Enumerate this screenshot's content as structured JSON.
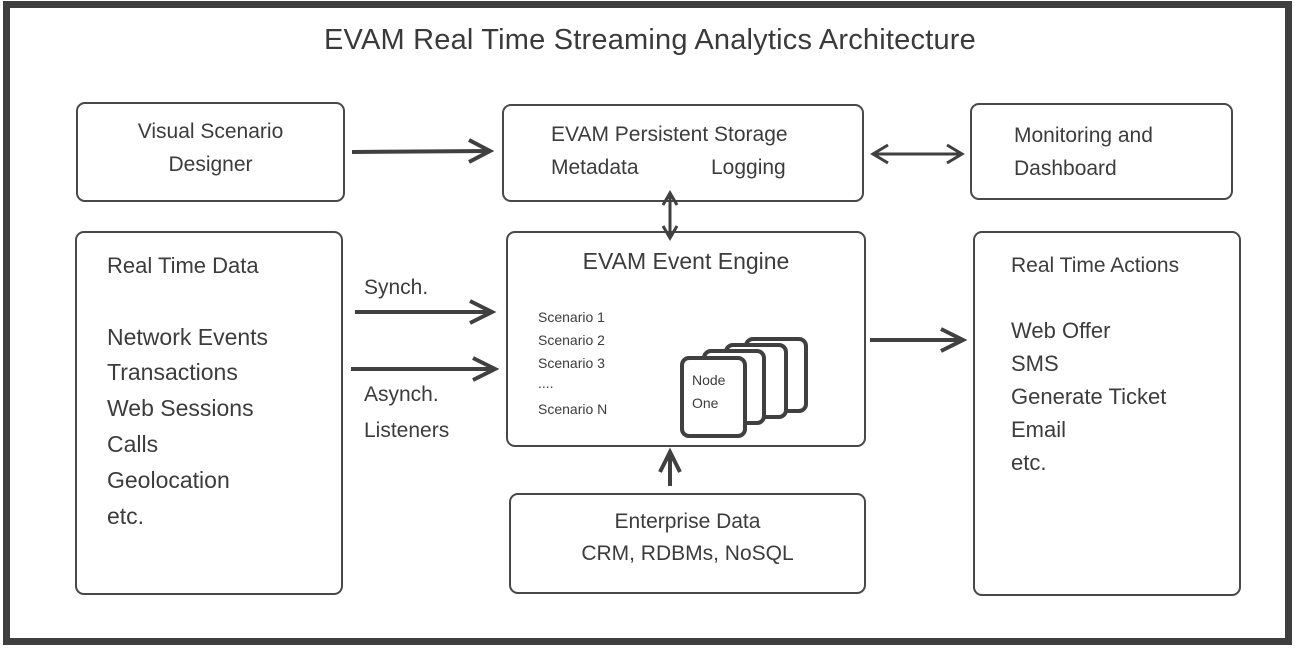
{
  "title": "EVAM Real Time Streaming Analytics Architecture",
  "boxes": {
    "designer": {
      "lines": [
        "Visual Scenario",
        "Designer"
      ]
    },
    "storage": {
      "title": "EVAM Persistent Storage",
      "items": [
        "Metadata",
        "Logging"
      ]
    },
    "monitoring": {
      "lines": [
        "Monitoring and",
        "Dashboard"
      ]
    },
    "realtime_data": {
      "title": "Real Time Data",
      "items": [
        "Network Events",
        "Transactions",
        "Web Sessions",
        "Calls",
        "Geolocation",
        "etc."
      ]
    },
    "engine": {
      "title": "EVAM Event Engine",
      "scenarios": [
        "Scenario 1",
        "Scenario 2",
        "Scenario 3",
        "....",
        "Scenario N"
      ],
      "node_label": [
        "Node",
        "One"
      ]
    },
    "actions": {
      "title": "Real Time Actions",
      "items": [
        "Web Offer",
        "SMS",
        "Generate Ticket",
        "Email",
        "etc."
      ]
    },
    "enterprise": {
      "lines": [
        "Enterprise Data",
        "CRM, RDBMs, NoSQL"
      ]
    }
  },
  "edge_labels": {
    "synch": "Synch.",
    "asynch": [
      "Asynch.",
      "Listeners"
    ]
  },
  "edges": [
    {
      "from": "designer",
      "to": "storage",
      "direction": "forward"
    },
    {
      "from": "storage",
      "to": "monitoring",
      "direction": "both"
    },
    {
      "from": "storage",
      "to": "engine",
      "direction": "both"
    },
    {
      "from": "realtime_data",
      "to": "engine",
      "direction": "forward",
      "label": "Synch."
    },
    {
      "from": "realtime_data",
      "to": "engine",
      "direction": "forward",
      "label": "Asynch. Listeners"
    },
    {
      "from": "engine",
      "to": "actions",
      "direction": "forward"
    },
    {
      "from": "enterprise",
      "to": "engine",
      "direction": "forward"
    }
  ]
}
